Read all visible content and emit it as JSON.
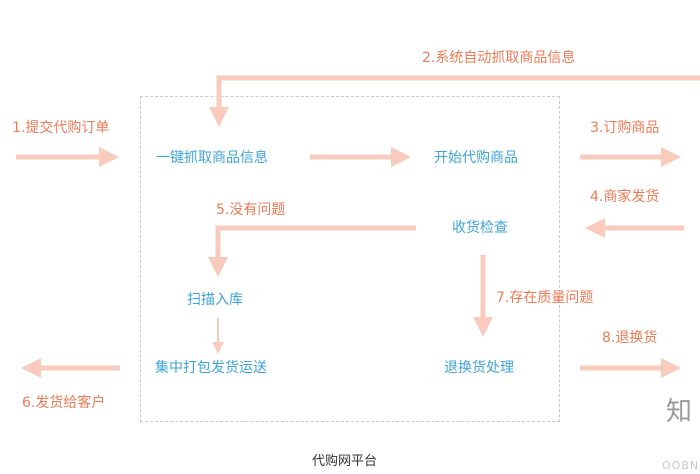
{
  "diagram": {
    "title": "代购网平台",
    "colors": {
      "step_text": "#ee7a55",
      "node_text": "#3ea4dc",
      "arrow": "#f8cbbd",
      "box_border": "#c9c9c9"
    },
    "steps": [
      {
        "id": "step1",
        "label": "1.提交代购订单"
      },
      {
        "id": "step2",
        "label": "2.系统自动抓取商品信息"
      },
      {
        "id": "step3",
        "label": "3.订购商品"
      },
      {
        "id": "step4",
        "label": "4.商家发货"
      },
      {
        "id": "step5",
        "label": "5.没有问题"
      },
      {
        "id": "step6",
        "label": "6.发货给客户"
      },
      {
        "id": "step7",
        "label": "7.存在质量问题"
      },
      {
        "id": "step8",
        "label": "8.退换货"
      }
    ],
    "nodes": [
      {
        "id": "fetch_info",
        "label": "一键抓取商品信息"
      },
      {
        "id": "start_purchase",
        "label": "开始代购商品"
      },
      {
        "id": "receive_check",
        "label": "收货检查"
      },
      {
        "id": "scan_in",
        "label": "扫描入库"
      },
      {
        "id": "pack_ship",
        "label": "集中打包发货运送"
      },
      {
        "id": "return_handle",
        "label": "退换货处理"
      }
    ],
    "edges": [
      {
        "from": "customer",
        "to": "fetch_info",
        "step": "1.提交代购订单"
      },
      {
        "from": "supplier",
        "to": "fetch_info",
        "step": "2.系统自动抓取商品信息"
      },
      {
        "from": "fetch_info",
        "to": "start_purchase"
      },
      {
        "from": "start_purchase",
        "to": "supplier",
        "step": "3.订购商品"
      },
      {
        "from": "supplier",
        "to": "receive_check",
        "step": "4.商家发货"
      },
      {
        "from": "receive_check",
        "to": "scan_in",
        "step": "5.没有问题"
      },
      {
        "from": "scan_in",
        "to": "pack_ship"
      },
      {
        "from": "pack_ship",
        "to": "customer",
        "step": "6.发货给客户"
      },
      {
        "from": "receive_check",
        "to": "return_handle",
        "step": "7.存在质量问题"
      },
      {
        "from": "return_handle",
        "to": "supplier",
        "step": "8.退换货"
      }
    ],
    "watermark": {
      "char": "知",
      "sub": "OOBN"
    }
  }
}
